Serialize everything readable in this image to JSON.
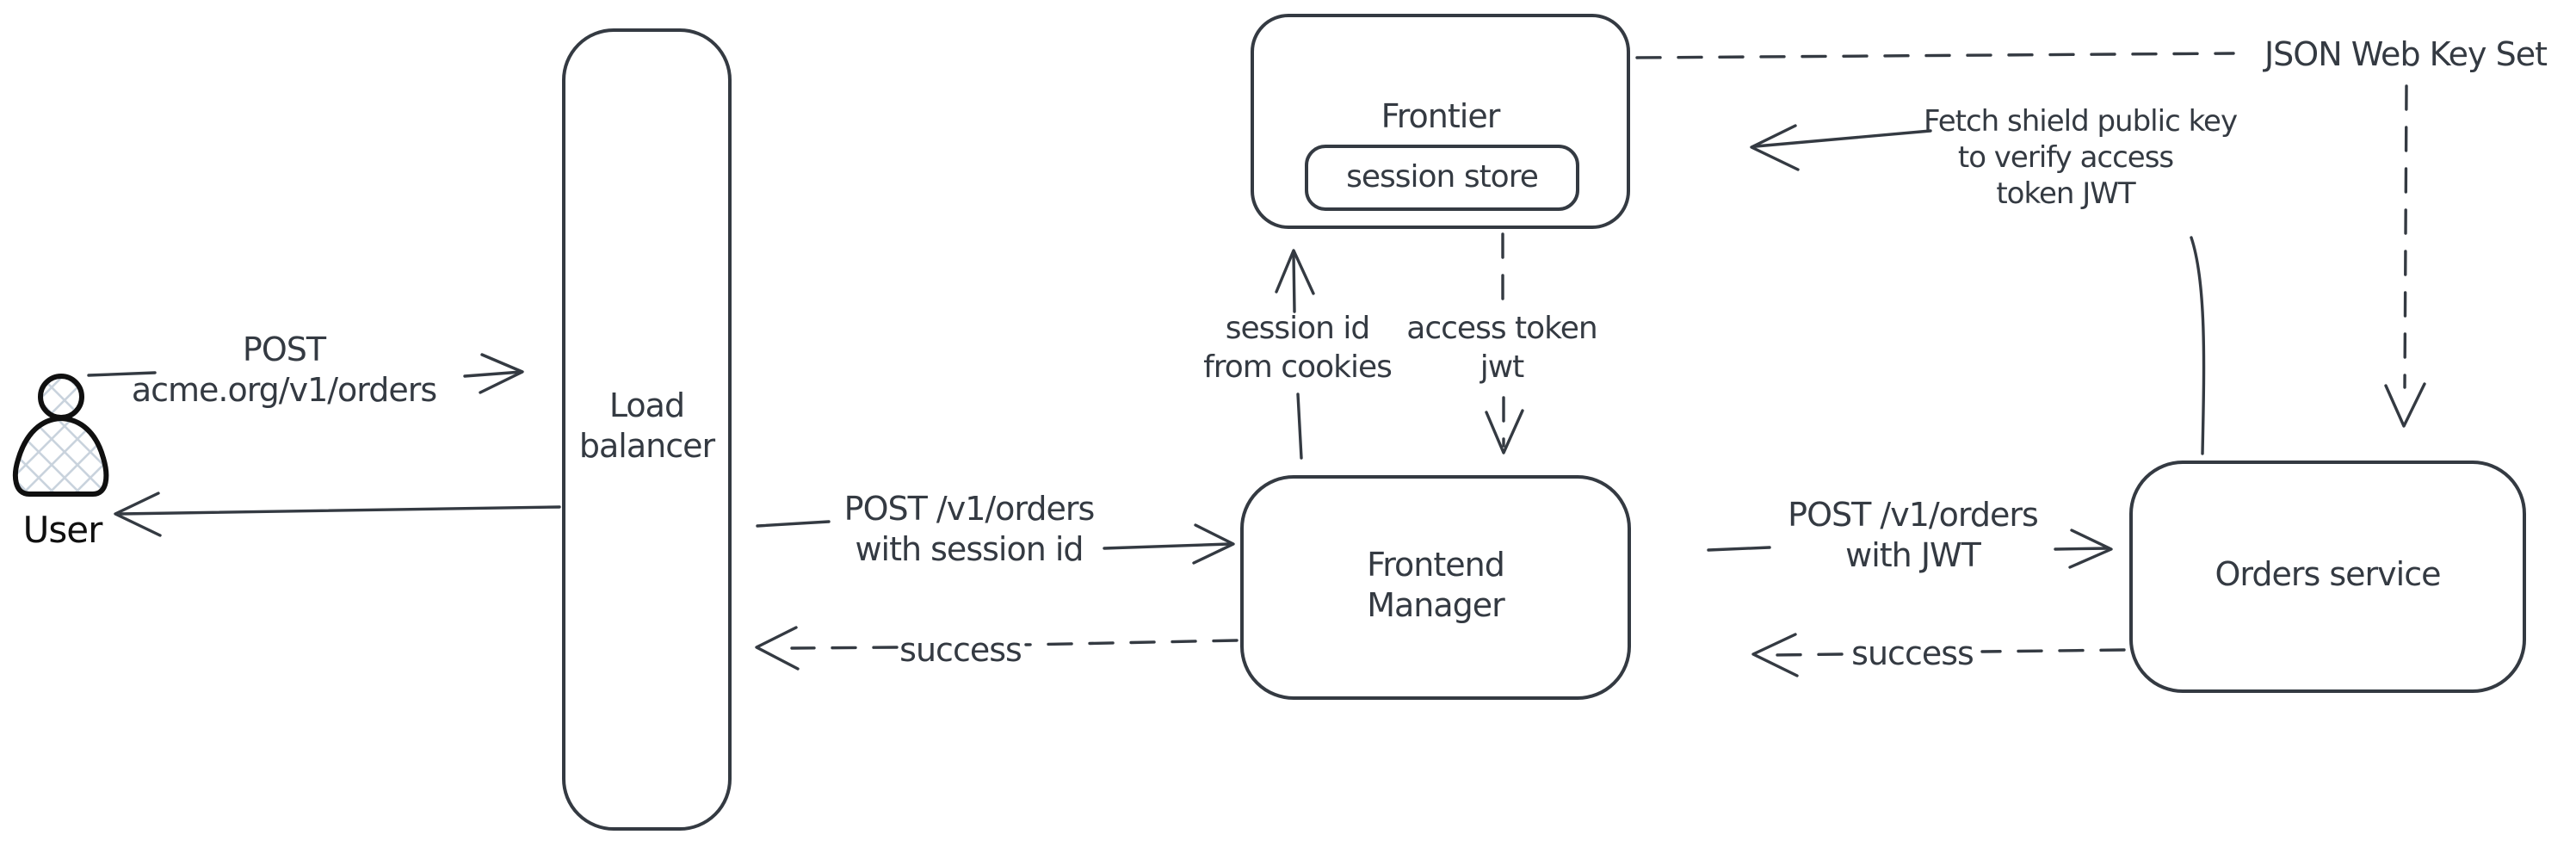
{
  "diagram": {
    "nodes": {
      "user": {
        "label": "User"
      },
      "load_balancer": {
        "line1": "Load",
        "line2": "balancer"
      },
      "frontier": {
        "label": "Frontier"
      },
      "session_store": {
        "label": "session store"
      },
      "frontend_manager": {
        "line1": "Frontend",
        "line2": "Manager"
      },
      "orders_service": {
        "label": "Orders service"
      }
    },
    "edges": {
      "user_to_lb": {
        "line1": "POST",
        "line2": "acme.org/v1/orders"
      },
      "lb_to_fm": {
        "line1": "POST /v1/orders",
        "line2": "with session id"
      },
      "fm_to_lb_success": {
        "label": "success"
      },
      "fm_to_frontier": {
        "line1": "session id",
        "line2": "from cookies"
      },
      "frontier_to_fm": {
        "line1": "access token",
        "line2": "jwt"
      },
      "fm_to_orders": {
        "line1": "POST /v1/orders",
        "line2": "with JWT"
      },
      "orders_to_fm_success": {
        "label": "success"
      },
      "jwks": {
        "label": "JSON Web Key Set"
      },
      "fetch_key": {
        "line1": "Fetch shield public key",
        "line2": "to verify access",
        "line3": "token JWT"
      }
    },
    "colors": {
      "stroke": "#343a42",
      "user_stroke": "#101010",
      "hatch_fill": "#c9d3dd",
      "background": "#ffffff"
    }
  }
}
